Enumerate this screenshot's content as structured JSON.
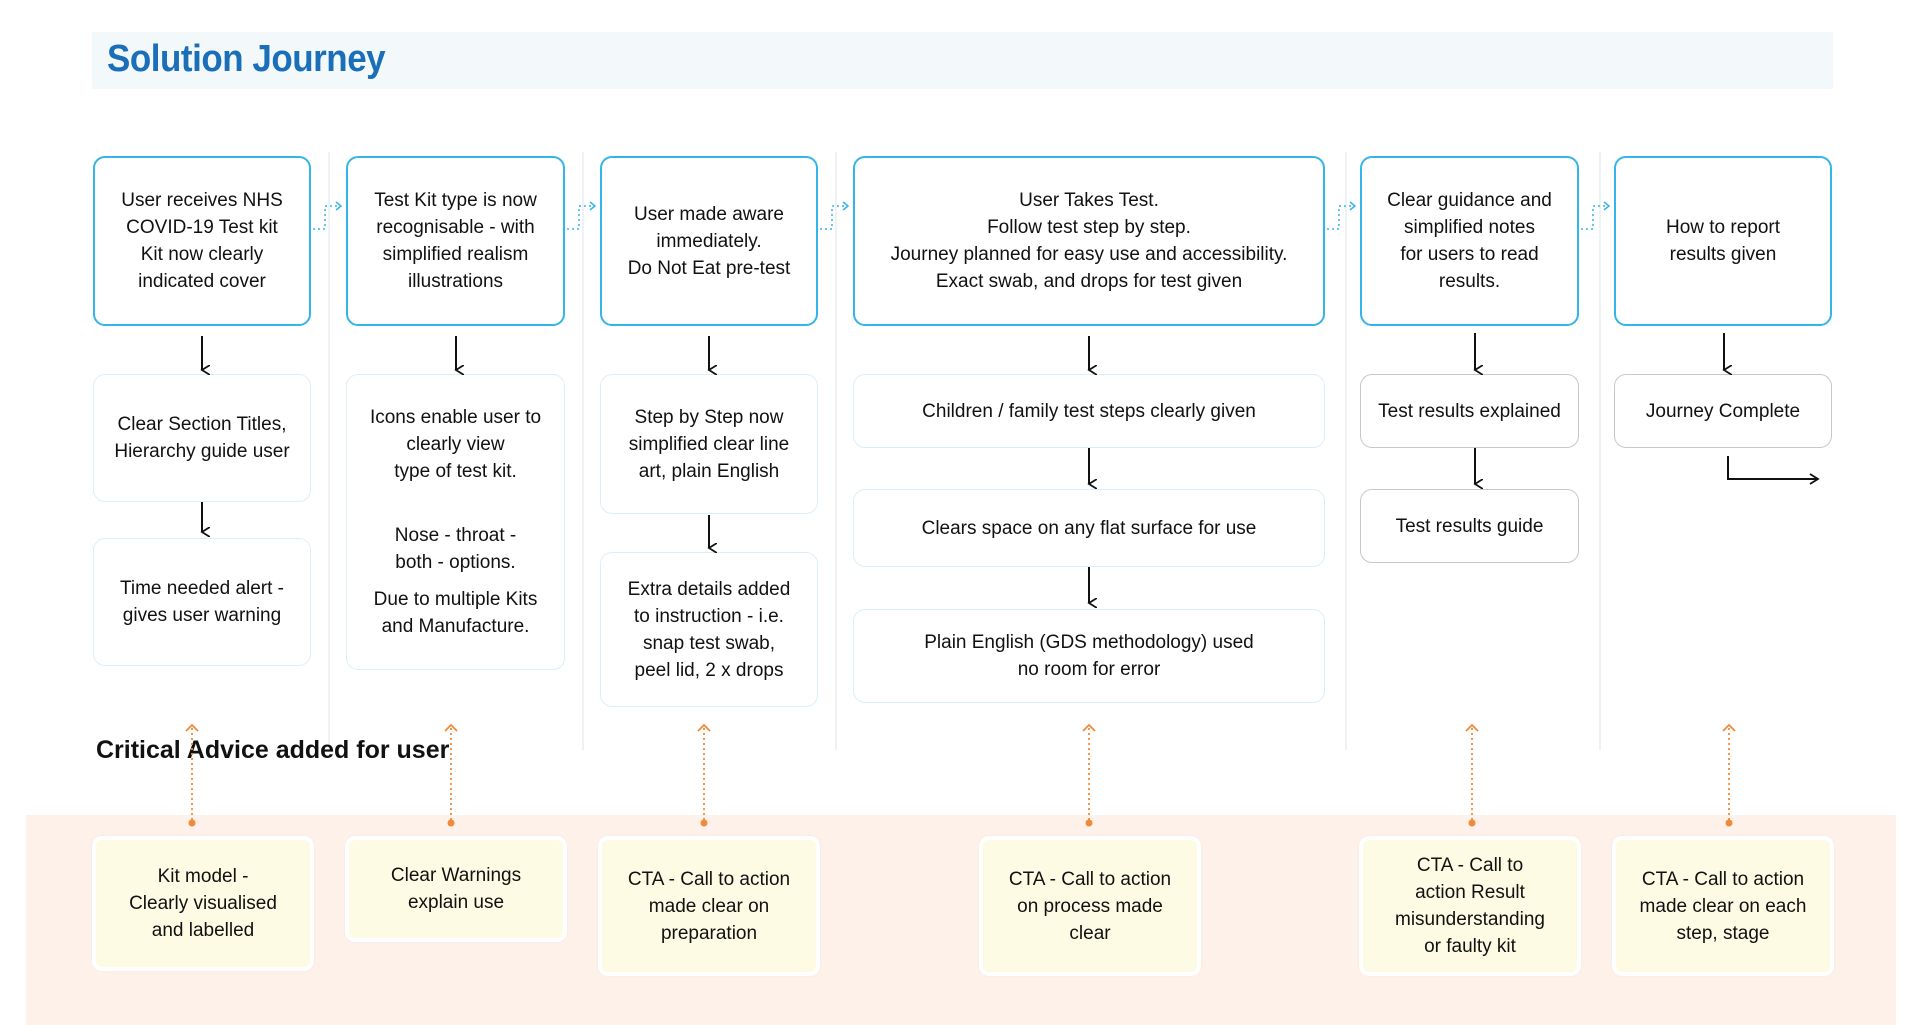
{
  "title": "Solution Journey",
  "critical_advice": "Critical Advice added for user",
  "columns": [
    {
      "header": [
        "User receives NHS",
        "COVID-19 Test kit",
        "Kit now clearly",
        "indicated cover"
      ],
      "steps": [
        [
          "Clear Section Titles,",
          "Hierarchy guide user"
        ],
        [
          "Time needed alert -",
          "gives user warning"
        ]
      ],
      "cta": [
        "Kit model -",
        "Clearly visualised",
        "and labelled"
      ]
    },
    {
      "header": [
        "Test Kit type is now",
        "recognisable - with",
        "simplified realism",
        "illustrations"
      ],
      "steps": [
        [
          "Icons enable user to",
          "clearly view",
          "type of test kit.",
          "Nose - throat -",
          "both - options.",
          "Due to multiple Kits",
          "and Manufacture."
        ]
      ],
      "cta": [
        "Clear Warnings",
        "explain use"
      ]
    },
    {
      "header": [
        "User made aware",
        "immediately.",
        "Do Not Eat pre-test"
      ],
      "steps": [
        [
          "Step by Step now",
          "simplified clear line",
          "art, plain English"
        ],
        [
          "Extra details added",
          "to instruction - i.e.",
          "snap test swab,",
          "peel lid, 2 x drops"
        ]
      ],
      "cta": [
        "CTA - Call to action",
        "made clear on",
        "preparation"
      ]
    },
    {
      "header": [
        "User Takes Test.",
        "Follow test step by step.",
        "Journey planned for easy use and accessibility.",
        "Exact swab, and drops for test given"
      ],
      "steps": [
        [
          "Children / family test steps clearly given"
        ],
        [
          "Clears space on any flat surface for use"
        ],
        [
          "Plain English (GDS methodology) used",
          "no room for error"
        ]
      ],
      "cta": [
        "CTA - Call to action",
        "on process made",
        "clear"
      ]
    },
    {
      "header": [
        "Clear guidance and",
        "simplified notes",
        "for users to read",
        "results."
      ],
      "steps": [
        [
          "Test results explained"
        ],
        [
          "Test results guide"
        ]
      ],
      "cta": [
        "CTA - Call to",
        "action Result",
        "misunderstanding",
        "or faulty kit"
      ]
    },
    {
      "header": [
        "How to report",
        "results given"
      ],
      "steps": [
        [
          "Journey Complete"
        ]
      ],
      "cta": [
        "CTA - Call to action",
        "made clear on each",
        "step, stage"
      ]
    }
  ],
  "colors": {
    "title": "#1a6fb8",
    "header_border": "#34b4e8",
    "step_border": "#ddeef8",
    "grey_border": "#c8c8c8",
    "cta_fill": "#fdfbe3",
    "band_fill": "#fdf1ea",
    "advice_arrow": "#f08a3a"
  },
  "icons": [
    "down-arrow-icon",
    "dotted-connector-icon",
    "end-arrow-icon"
  ]
}
